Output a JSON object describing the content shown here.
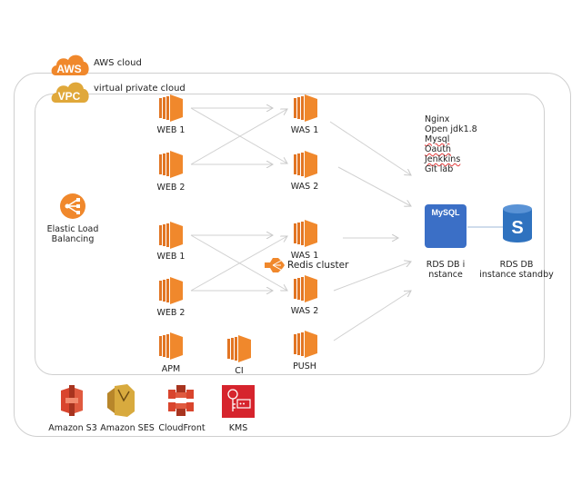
{
  "aws_cloud": {
    "badge": "AWS",
    "label": "AWS cloud",
    "color": "#f0882c"
  },
  "vpc": {
    "badge": "VPC",
    "label": "virtual private cloud",
    "color": "#e0a83a"
  },
  "load_balancer": {
    "label_line1": "Elastic Load",
    "label_line2": "Balancing",
    "icon": "elb-icon"
  },
  "web_group_1": [
    {
      "label": "WEB 1",
      "icon": "ec2-instance-icon"
    },
    {
      "label": "WEB 2",
      "icon": "ec2-instance-icon"
    }
  ],
  "was_group_1": [
    {
      "label": "WAS 1",
      "icon": "ec2-instance-icon"
    },
    {
      "label": "WAS 2",
      "icon": "ec2-instance-icon"
    }
  ],
  "web_group_2": [
    {
      "label": "WEB 1",
      "icon": "ec2-instance-icon"
    },
    {
      "label": "WEB 2",
      "icon": "ec2-instance-icon"
    }
  ],
  "was_group_2": [
    {
      "label": "WAS 1",
      "icon": "ec2-instance-icon"
    },
    {
      "label": "WAS 2",
      "icon": "ec2-instance-icon"
    }
  ],
  "redis": {
    "label": "Redis cluster",
    "icon": "elasticache-redis-icon"
  },
  "misc_instances": [
    {
      "label": "APM",
      "icon": "ec2-instance-icon"
    },
    {
      "label": "CI",
      "icon": "ec2-instance-icon"
    },
    {
      "label": "PUSH",
      "icon": "ec2-instance-icon"
    }
  ],
  "tech_stack": [
    "Nginx",
    "Open jdk1.8",
    "Mysql",
    "Oauth",
    "Jenkkins",
    "Git lab"
  ],
  "rds_primary": {
    "badge": "MySQL",
    "label_line1": "RDS DB i",
    "label_line2": "nstance",
    "color": "#3b6fc6"
  },
  "rds_standby": {
    "badge": "S",
    "label_line1": "RDS DB",
    "label_line2": "instance standby",
    "color": "#2f72bf"
  },
  "services": [
    {
      "label": "Amazon S3",
      "icon": "s3-icon",
      "color": "#d9452d"
    },
    {
      "label": "Amazon SES",
      "icon": "ses-icon",
      "color": "#c99a2e"
    },
    {
      "label": "CloudFront",
      "icon": "cloudfront-icon",
      "color": "#d9452d"
    },
    {
      "label": "KMS",
      "icon": "kms-icon",
      "color": "#d6242d"
    }
  ],
  "colors": {
    "ec2_orange": "#f0882c",
    "ec2_dark": "#b65a17",
    "line_gray": "#d0d0d0",
    "border_gray": "#cfcfcf"
  }
}
